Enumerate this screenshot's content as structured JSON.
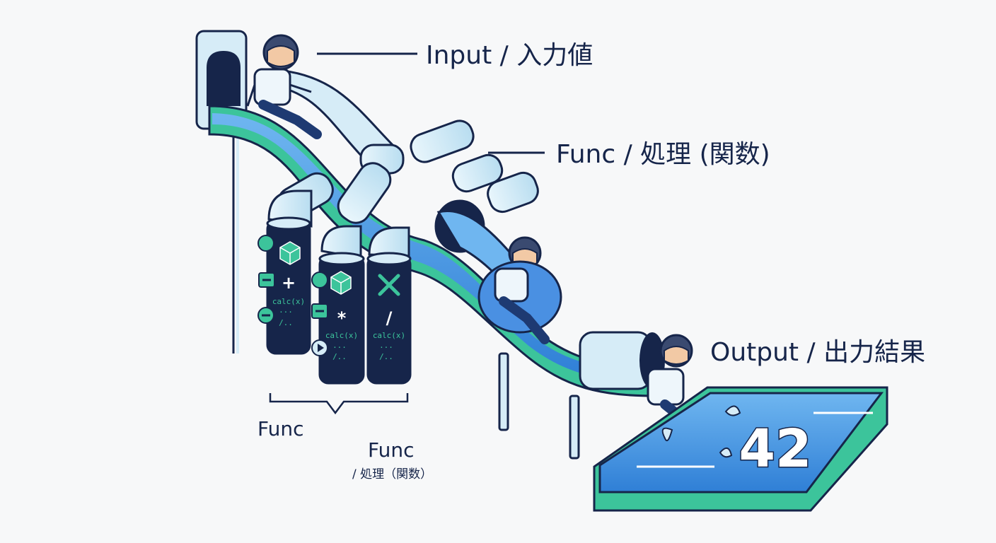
{
  "labels": {
    "input": "Input / 入力値",
    "func_main": "Func / 処理 (関数)",
    "output": "Output / 出力結果",
    "func_group": "Func",
    "func_sub_title": "Func",
    "func_sub_caption": "/ 処理（関数）"
  },
  "pipes": [
    {
      "operator": "+",
      "code": "calc(x)",
      "dots": "...",
      "tail": "/.."
    },
    {
      "operator": "*",
      "code": "calc(x)",
      "dots": "...",
      "tail": "/.."
    },
    {
      "operator": "/",
      "code": "calc(x)",
      "dots": "...",
      "tail": "/.."
    }
  ],
  "result": {
    "value": "42"
  },
  "icons": [
    "cube-icon",
    "minus-icon",
    "play-icon",
    "close-x-icon",
    "splash-icon"
  ],
  "colors": {
    "navy": "#16254a",
    "teal": "#3cc49b",
    "water": "#4a90e2",
    "light": "#d6ecf7",
    "bg": "#f7f8f9"
  }
}
